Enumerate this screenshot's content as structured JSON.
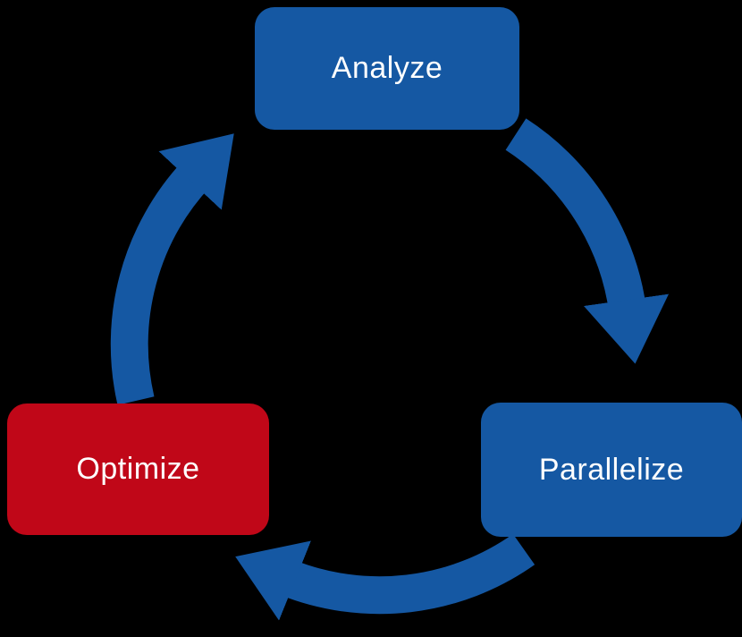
{
  "diagram": {
    "type": "cycle",
    "nodes": [
      {
        "id": "analyze",
        "label": "Analyze",
        "color": "#1558a3",
        "text_color": "#ffffff"
      },
      {
        "id": "parallelize",
        "label": "Parallelize",
        "color": "#1558a3",
        "text_color": "#ffffff"
      },
      {
        "id": "optimize",
        "label": "Optimize",
        "color": "#c00718",
        "text_color": "#ffffff"
      }
    ],
    "edges": [
      {
        "from": "analyze",
        "to": "parallelize"
      },
      {
        "from": "parallelize",
        "to": "optimize"
      },
      {
        "from": "optimize",
        "to": "analyze"
      }
    ],
    "colors": {
      "arrow": "#1558a3",
      "background": "#000000",
      "text": "#ffffff"
    }
  }
}
